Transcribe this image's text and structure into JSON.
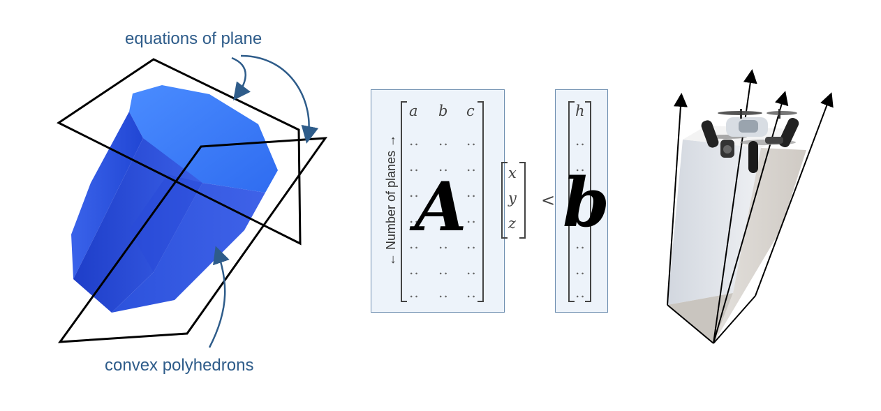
{
  "labels": {
    "equations": "equations of plane",
    "convex": "convex polyhedrons",
    "planes_axis": "← Number of planes →"
  },
  "matrix_A": {
    "symbol": "A",
    "header": [
      "a",
      "b",
      "c"
    ],
    "row_placeholder": "..",
    "rows": 7
  },
  "vector_x": [
    "x",
    "y",
    "z"
  ],
  "operator": "<",
  "vector_b": {
    "symbol": "b",
    "header": "h",
    "row_placeholder": ".."
  },
  "colors": {
    "label_blue": "#2e5c8a",
    "polyhedron_blue": "#2f55e0",
    "box_fill": "#edf3fa",
    "box_border": "#6b8cae"
  },
  "icons": [
    "polyhedron-icon",
    "drone-icon",
    "prism-column-icon"
  ]
}
